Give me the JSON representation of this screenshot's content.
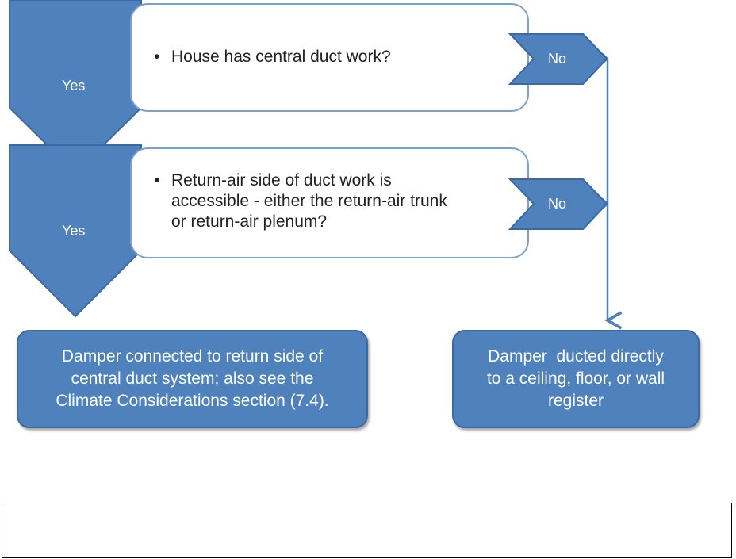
{
  "colors": {
    "shape_fill": "#4f81bd",
    "shape_stroke": "#3b6aa3",
    "box_border": "#7da0c9",
    "connector": "#4f81bd"
  },
  "steps": [
    {
      "yes_label": "Yes",
      "no_label": "No",
      "bullet": "•",
      "question_lines": [
        "House has central duct work?"
      ]
    },
    {
      "yes_label": "Yes",
      "no_label": "No",
      "bullet": "•",
      "question_lines": [
        "Return-air side of duct work is",
        "accessible - either the return-air trunk",
        "or return-air plenum?"
      ]
    }
  ],
  "results": {
    "yes": {
      "lines": [
        "Damper connected to return side of",
        "central duct system; also see the",
        "Climate Considerations section (7.4)."
      ]
    },
    "no": {
      "lines": [
        "Damper  ducted directly",
        "to a ceiling, floor, or wall",
        "register"
      ]
    }
  },
  "note": ""
}
